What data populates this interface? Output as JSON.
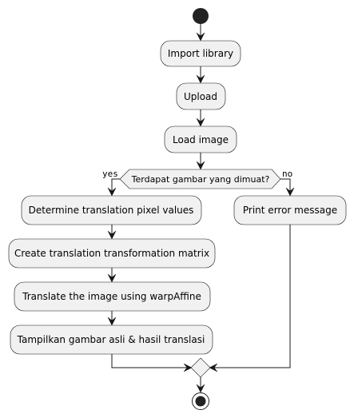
{
  "diagram": {
    "type": "activity",
    "actions": {
      "import": "Import library",
      "upload": "Upload",
      "load": "Load image",
      "determine": "Determine translation pixel values",
      "create_matrix": "Create translation transformation matrix",
      "translate": "Translate the image using warpAffine",
      "show": "Tampilkan gambar asli & hasil translasi",
      "error": "Print error message"
    },
    "condition": {
      "question": "Terdapat gambar yang dimuat?",
      "yes_label": "yes",
      "no_label": "no"
    }
  },
  "colors": {
    "node_fill": "#f1f1f1",
    "stroke": "#181818",
    "start_end": "#222222",
    "background": "#ffffff"
  }
}
